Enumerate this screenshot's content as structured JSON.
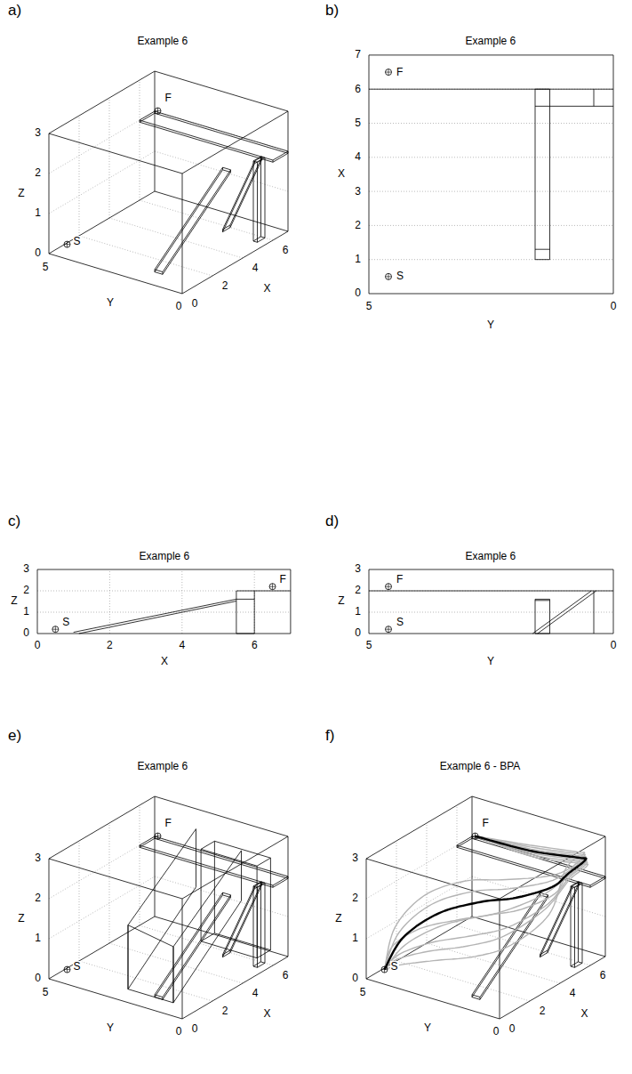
{
  "diagram": {
    "labels": [
      "a)",
      "Example 6",
      "0",
      "1",
      "2",
      "3",
      "Z",
      "5",
      "0",
      "Y",
      "0",
      "2",
      "4",
      "6",
      "X",
      "F",
      "S",
      "b)",
      "Example 6",
      "0",
      "1",
      "2",
      "3",
      "4",
      "5",
      "6",
      "7",
      "X",
      "5",
      "0",
      "Y",
      "F",
      "S",
      "c)",
      "Example 6",
      "0",
      "1",
      "2",
      "3",
      "Z",
      "0",
      "2",
      "4",
      "6",
      "X",
      "S",
      "F",
      "d)",
      "Example 6",
      "0",
      "1",
      "2",
      "3",
      "Z",
      "5",
      "0",
      "Y",
      "F",
      "S",
      "e)",
      "Example 6",
      "0",
      "1",
      "2",
      "3",
      "Z",
      "5",
      "0",
      "Y",
      "0",
      "2",
      "4",
      "6",
      "X",
      "F",
      "S",
      "f)",
      "Example 6 - BPA",
      "0",
      "1",
      "2",
      "3",
      "Z",
      "5",
      "0",
      "Y",
      "0",
      "2",
      "4",
      "6",
      "X",
      "F",
      "S"
    ]
  }
}
